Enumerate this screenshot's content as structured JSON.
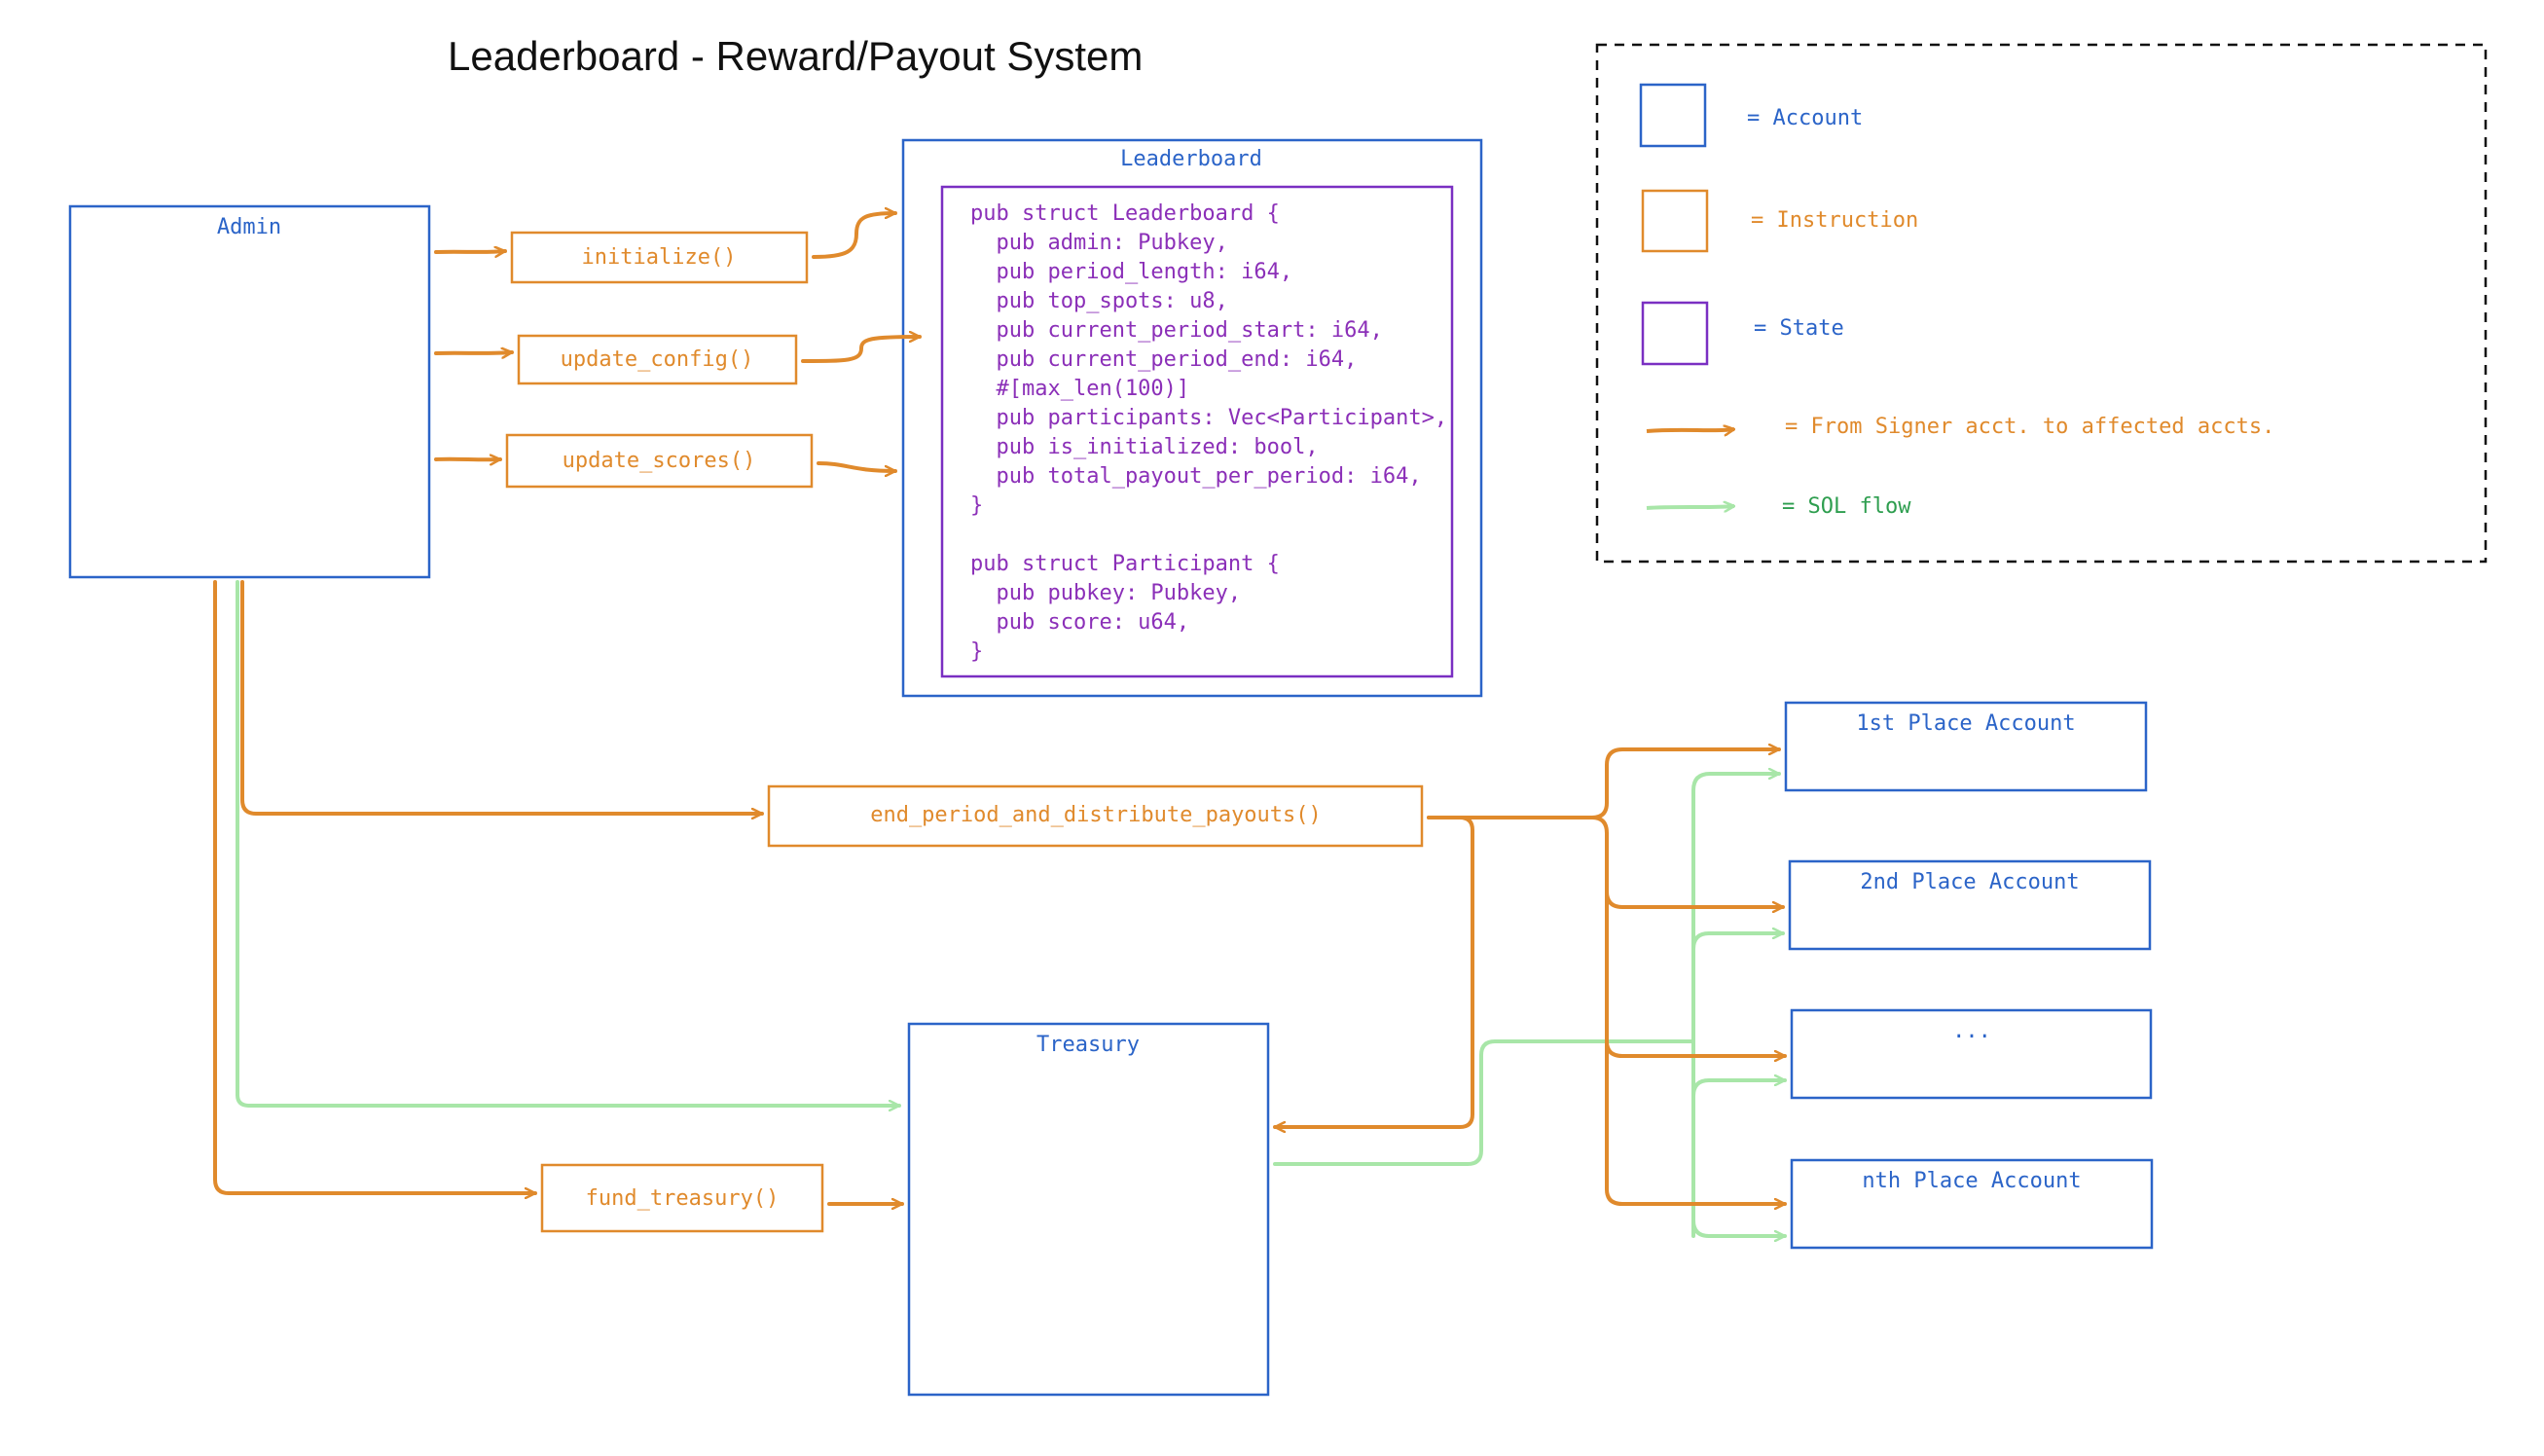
{
  "title": "Leaderboard - Reward/Payout System",
  "colors": {
    "account": "#2b64c8",
    "instruction": "#e08a2c",
    "state": "#7a2fc2",
    "sol_flow": "#a8e6a8",
    "code": "#8b2fb8"
  },
  "accounts": {
    "admin": "Admin",
    "leaderboard": "Leaderboard",
    "treasury": "Treasury",
    "first_place": "1st Place Account",
    "second_place": "2nd Place Account",
    "ellipsis": "...",
    "nth_place": "nth Place Account"
  },
  "instructions": {
    "initialize": "initialize()",
    "update_config": "update_config()",
    "update_scores": "update_scores()",
    "end_period": "end_period_and_distribute_payouts()",
    "fund_treasury": "fund_treasury()"
  },
  "state_code": [
    "pub struct Leaderboard {",
    "  pub admin: Pubkey,",
    "  pub period_length: i64,",
    "  pub top_spots: u8,",
    "  pub current_period_start: i64,",
    "  pub current_period_end: i64,",
    "  #[max_len(100)]",
    "  pub participants: Vec<Participant>,",
    "  pub is_initialized: bool,",
    "  pub total_payout_per_period: i64,",
    "}",
    "",
    "pub struct Participant {",
    "  pub pubkey: Pubkey,",
    "  pub score: u64,",
    "}"
  ],
  "legend": {
    "account": "= Account",
    "instruction": "= Instruction",
    "state": "= State",
    "signer_arrow": "= From Signer acct. to affected accts.",
    "sol_flow": "= SOL flow"
  }
}
